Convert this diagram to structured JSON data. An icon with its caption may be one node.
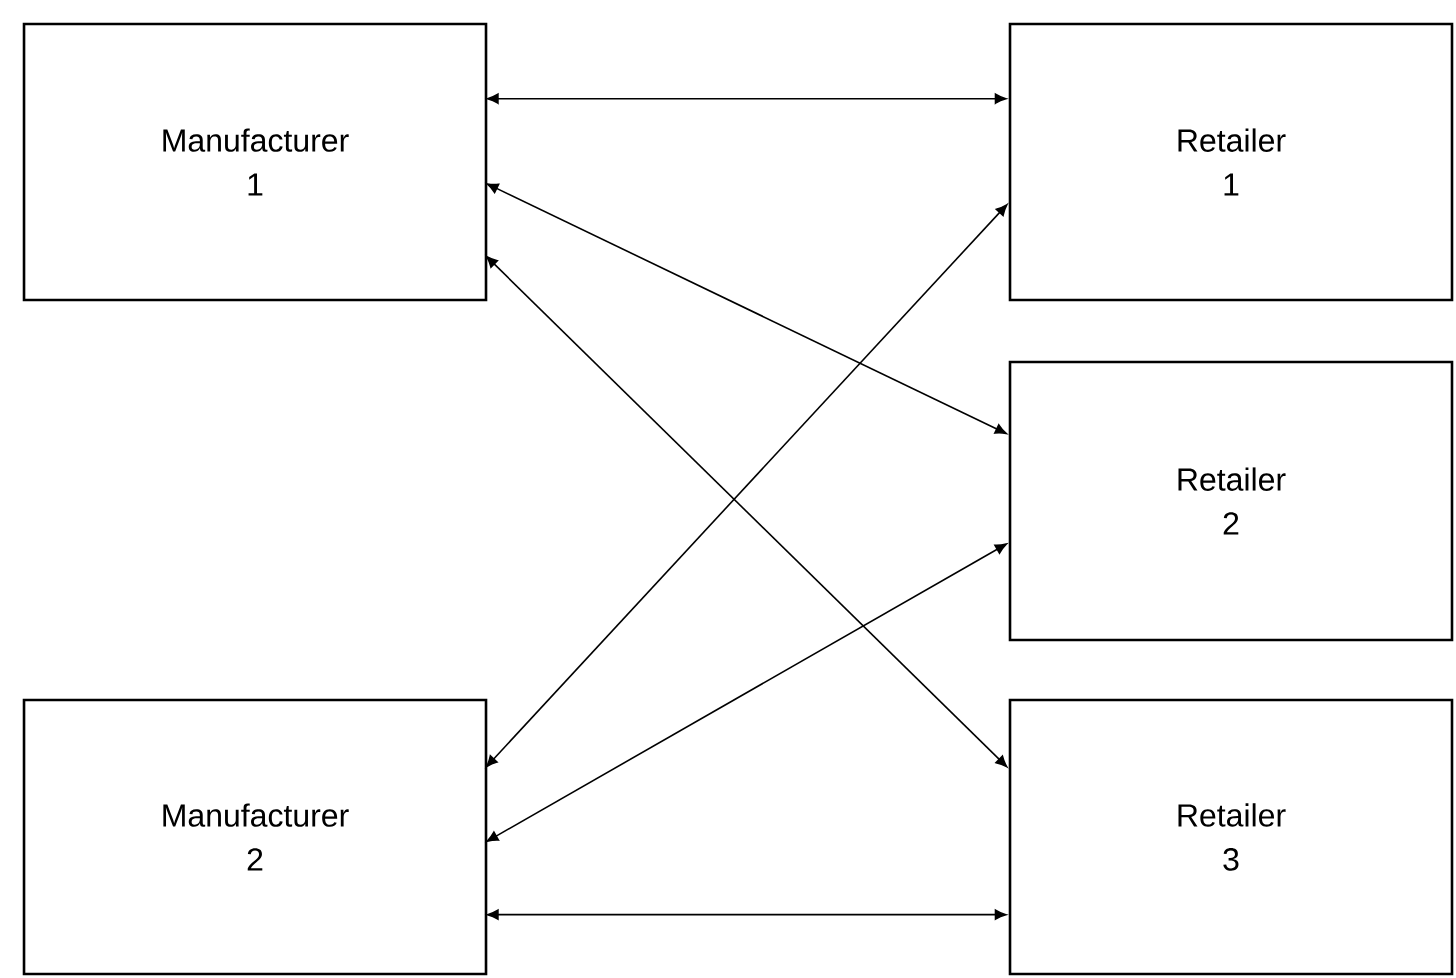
{
  "diagram": {
    "nodes": [
      {
        "text": [
          "Manufacturer 1"
        ]
      },
      {
        "text": [
          "Retailer 1"
        ]
      },
      {
        "text": [
          "Retailer 2"
        ]
      },
      {
        "text": [
          "Manufacturer 2"
        ]
      },
      {
        "text": [
          "Retailer 3"
        ]
      }
    ],
    "edges": [
      {
        "from": 0,
        "to": 1,
        "arrow": "both"
      },
      {
        "from": 0,
        "to": 2,
        "arrow": "both"
      },
      {
        "from": 0,
        "to": 4,
        "arrow": "both"
      },
      {
        "from": 3,
        "to": 1,
        "arrow": "both"
      },
      {
        "from": 3,
        "to": 2,
        "arrow": "both"
      },
      {
        "from": 3,
        "to": 4,
        "arrow": "both"
      }
    ]
  }
}
